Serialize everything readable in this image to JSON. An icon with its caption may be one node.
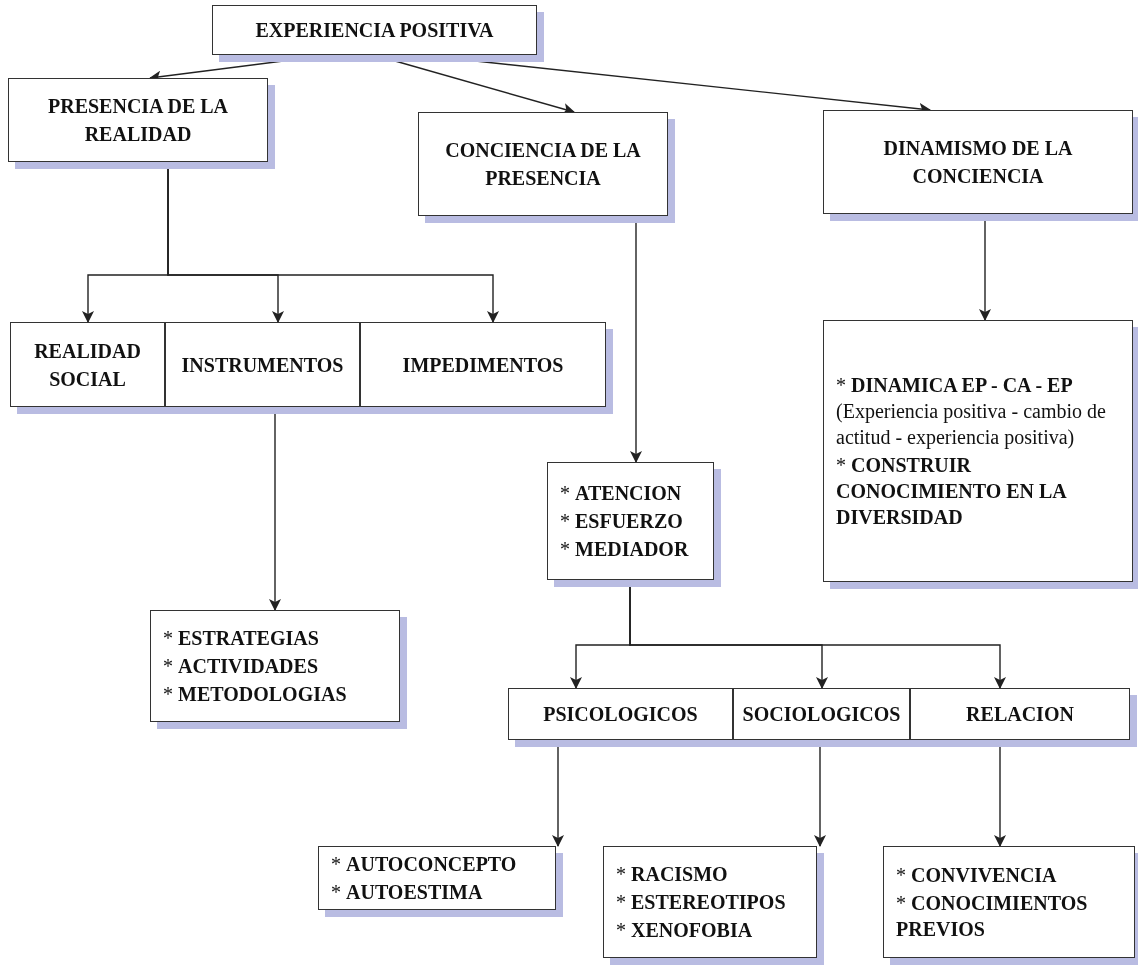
{
  "diagram": {
    "nodes": [
      {
        "text": [
          "EXPERIENCIA POSITIVA"
        ]
      },
      {
        "text": [
          "PRESENCIA DE LA REALIDAD"
        ]
      },
      {
        "text": [
          "CONCIENCIA DE LA PRESENCIA"
        ]
      },
      {
        "text": [
          "DINAMISMO DE LA CONCIENCIA"
        ]
      },
      {
        "text": [
          "REALIDAD SOCIAL"
        ]
      },
      {
        "text": [
          "INSTRUMENTOS"
        ]
      },
      {
        "text": [
          "IMPEDIMENTOS"
        ]
      },
      {
        "text": [
          "* **DINAMICA EP - CA - EP** (Experiencia positiva - cambio de actitud - experiencia positiva)",
          "* **CONSTRUIR CONOCIMIENTO EN LA DIVERSIDAD**"
        ]
      },
      {
        "text": [
          "* **ATENCION**",
          "* **ESFUERZO**",
          "* **MEDIADOR**"
        ]
      },
      {
        "text": [
          "* **ESTRATEGIAS**",
          "* **ACTIVIDADES**",
          "* **METODOLOGIAS**"
        ]
      },
      {
        "text": [
          "PSICOLOGICOS"
        ]
      },
      {
        "text": [
          "SOCIOLOGICOS"
        ]
      },
      {
        "text": [
          "RELACION"
        ]
      },
      {
        "text": [
          "* **AUTOCONCEPTO**",
          "* **AUTOESTIMA**"
        ]
      },
      {
        "text": [
          "* **RACISMO**",
          "* **ESTEREOTIPOS**",
          "* **XENOFOBIA**"
        ]
      },
      {
        "text": [
          "* **CONVIVENCIA**",
          "* **CONOCIMIENTOS PREVIOS**"
        ]
      }
    ],
    "edges": [
      {
        "from": 0,
        "to": 1,
        "arrow": "to"
      },
      {
        "from": 0,
        "to": 2,
        "arrow": "to"
      },
      {
        "from": 0,
        "to": 3,
        "arrow": "to"
      },
      {
        "from": 1,
        "to": 4,
        "arrow": "to"
      },
      {
        "from": 1,
        "to": 5,
        "arrow": "to"
      },
      {
        "from": 1,
        "to": 6,
        "arrow": "to"
      },
      {
        "from": 3,
        "to": 7,
        "arrow": "to"
      },
      {
        "from": 2,
        "to": 8,
        "arrow": "to"
      },
      {
        "from": 5,
        "to": 9,
        "arrow": "to"
      },
      {
        "from": 8,
        "to": 10,
        "arrow": "to"
      },
      {
        "from": 8,
        "to": 11,
        "arrow": "to"
      },
      {
        "from": 8,
        "to": 12,
        "arrow": "to"
      },
      {
        "from": 10,
        "to": 13,
        "arrow": "to"
      },
      {
        "from": 11,
        "to": 14,
        "arrow": "to"
      },
      {
        "from": 12,
        "to": 15,
        "arrow": "to"
      }
    ]
  }
}
